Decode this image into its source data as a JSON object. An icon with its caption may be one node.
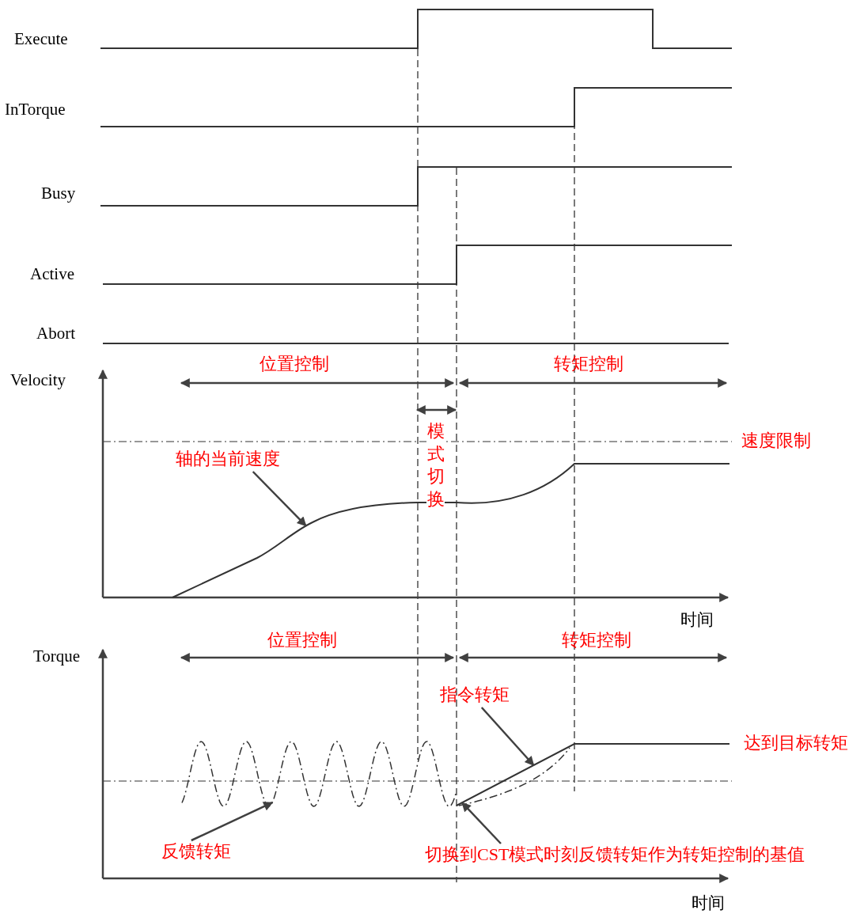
{
  "diagram": {
    "nodes": [
      {
        "text": [
          "轴的当前速度"
        ]
      },
      {
        "text": [],
        "shape": "curve"
      },
      {
        "text": [
          "指令转矩"
        ]
      },
      {
        "text": [],
        "shape": "curve"
      },
      {
        "text": [
          "反馈转矩"
        ]
      },
      {
        "text": [],
        "shape": "curve"
      },
      {
        "text": [
          "切换到CST模式时刻反馈转矩作为转矩控制的基值"
        ]
      }
    ],
    "edges": [
      {
        "from": 0,
        "to": 1,
        "arrow": "to"
      },
      {
        "from": 2,
        "to": 3,
        "arrow": "to"
      },
      {
        "from": 4,
        "to": 5,
        "arrow": "to"
      },
      {
        "from": 6,
        "to": 3,
        "arrow": "to"
      }
    ],
    "labels": [
      "Execute",
      "InTorque",
      "Busy",
      "Active",
      "Abort",
      "Velocity",
      "位置控制",
      "转矩控制",
      "模式切换",
      "速度限制",
      "时间",
      "Torque",
      "位置控制",
      "转矩控制",
      "达到目标转矩",
      "时间"
    ]
  }
}
